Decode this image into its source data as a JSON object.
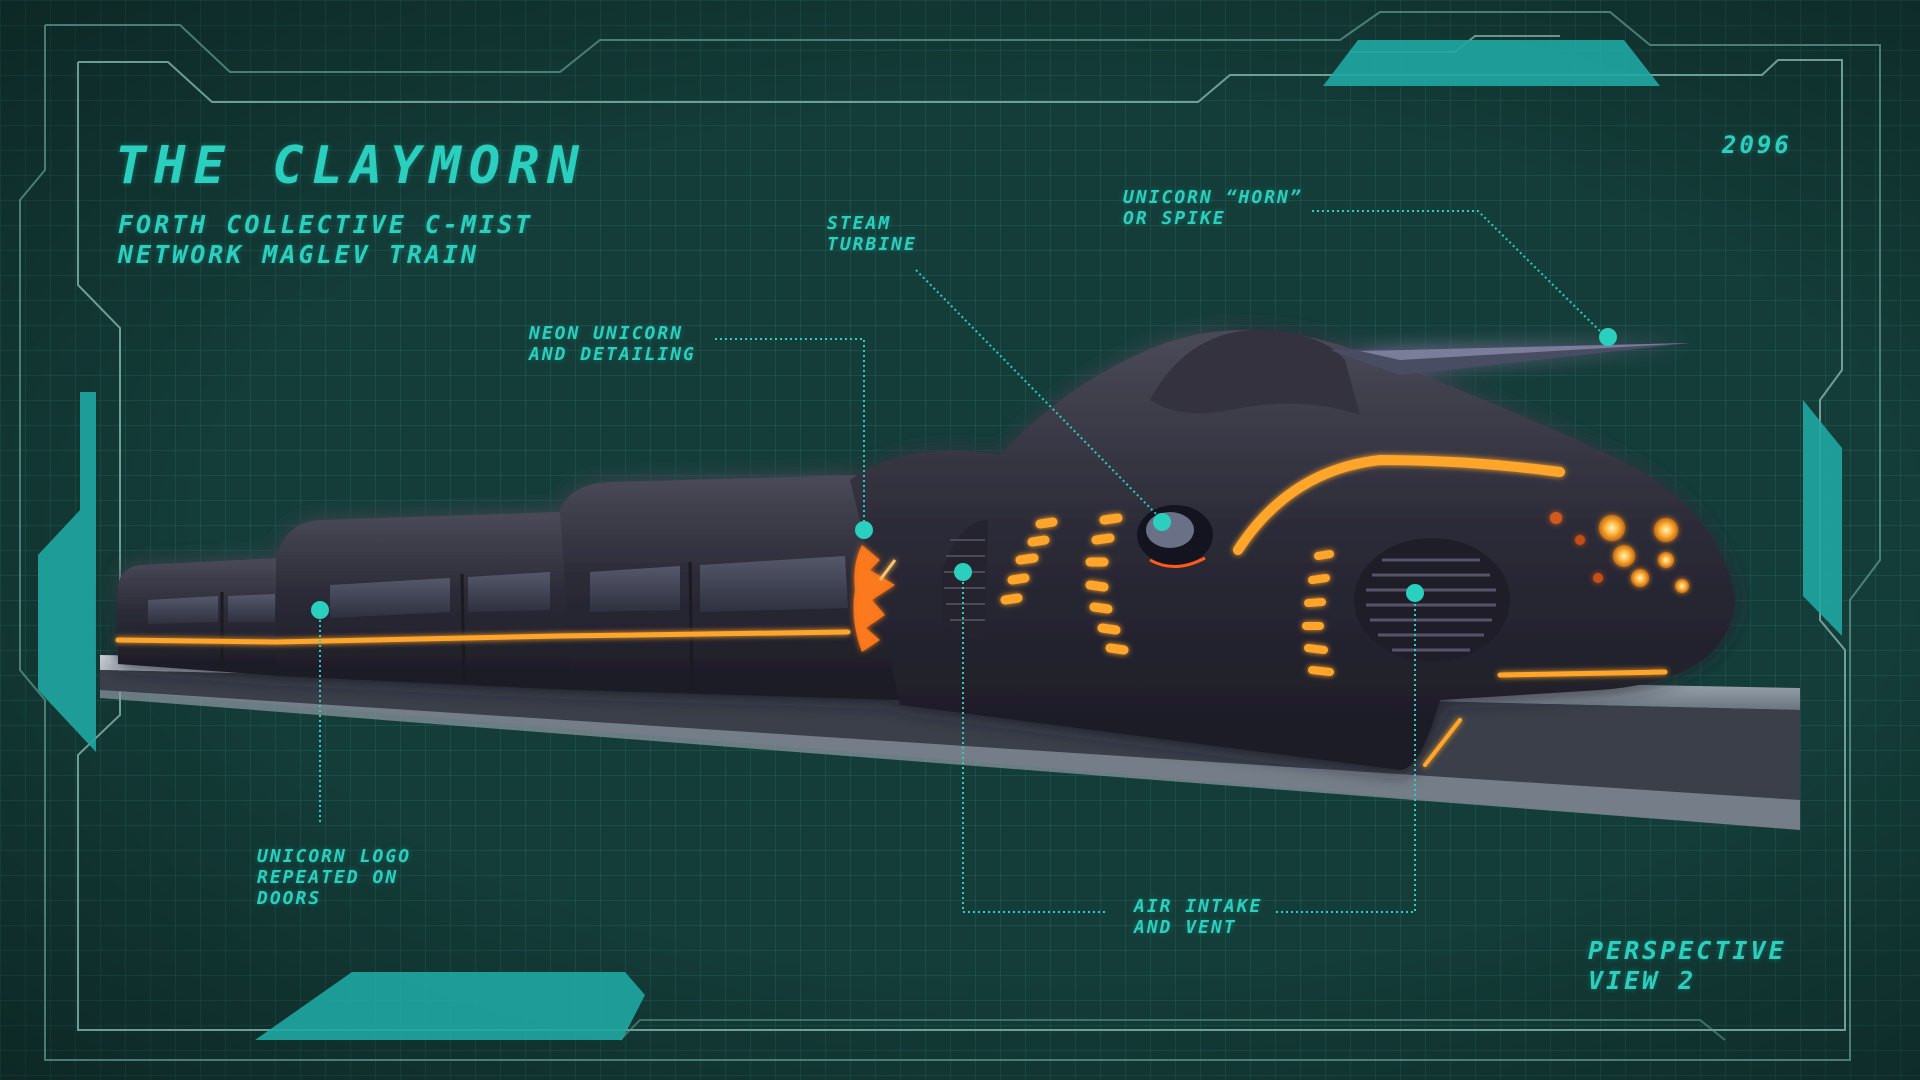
{
  "title": "THE CLAYMORN",
  "subtitle": "FORTH COLLECTIVE C-MIST\nNETWORK MAGLEV TRAIN",
  "year": "2096",
  "view_label": "PERSPECTIVE\nVIEW 2",
  "callouts": [
    {
      "id": "horn",
      "label": "UNICORN “HORN”\nOR SPIKE"
    },
    {
      "id": "steam",
      "label": "STEAM\nTURBINE"
    },
    {
      "id": "neon",
      "label": "NEON UNICORN\nAND DETAILING"
    },
    {
      "id": "logo",
      "label": "UNICORN LOGO\nREPEATED ON\nDOORS"
    },
    {
      "id": "air",
      "label": "AIR INTAKE\nAND VENT"
    }
  ],
  "colors": {
    "background": "#143d39",
    "accent_teal": "#2ad0bd",
    "frame_line": "#6fa39b",
    "neon_orange": "#ffa52a",
    "train_body": "#2b2a36"
  }
}
